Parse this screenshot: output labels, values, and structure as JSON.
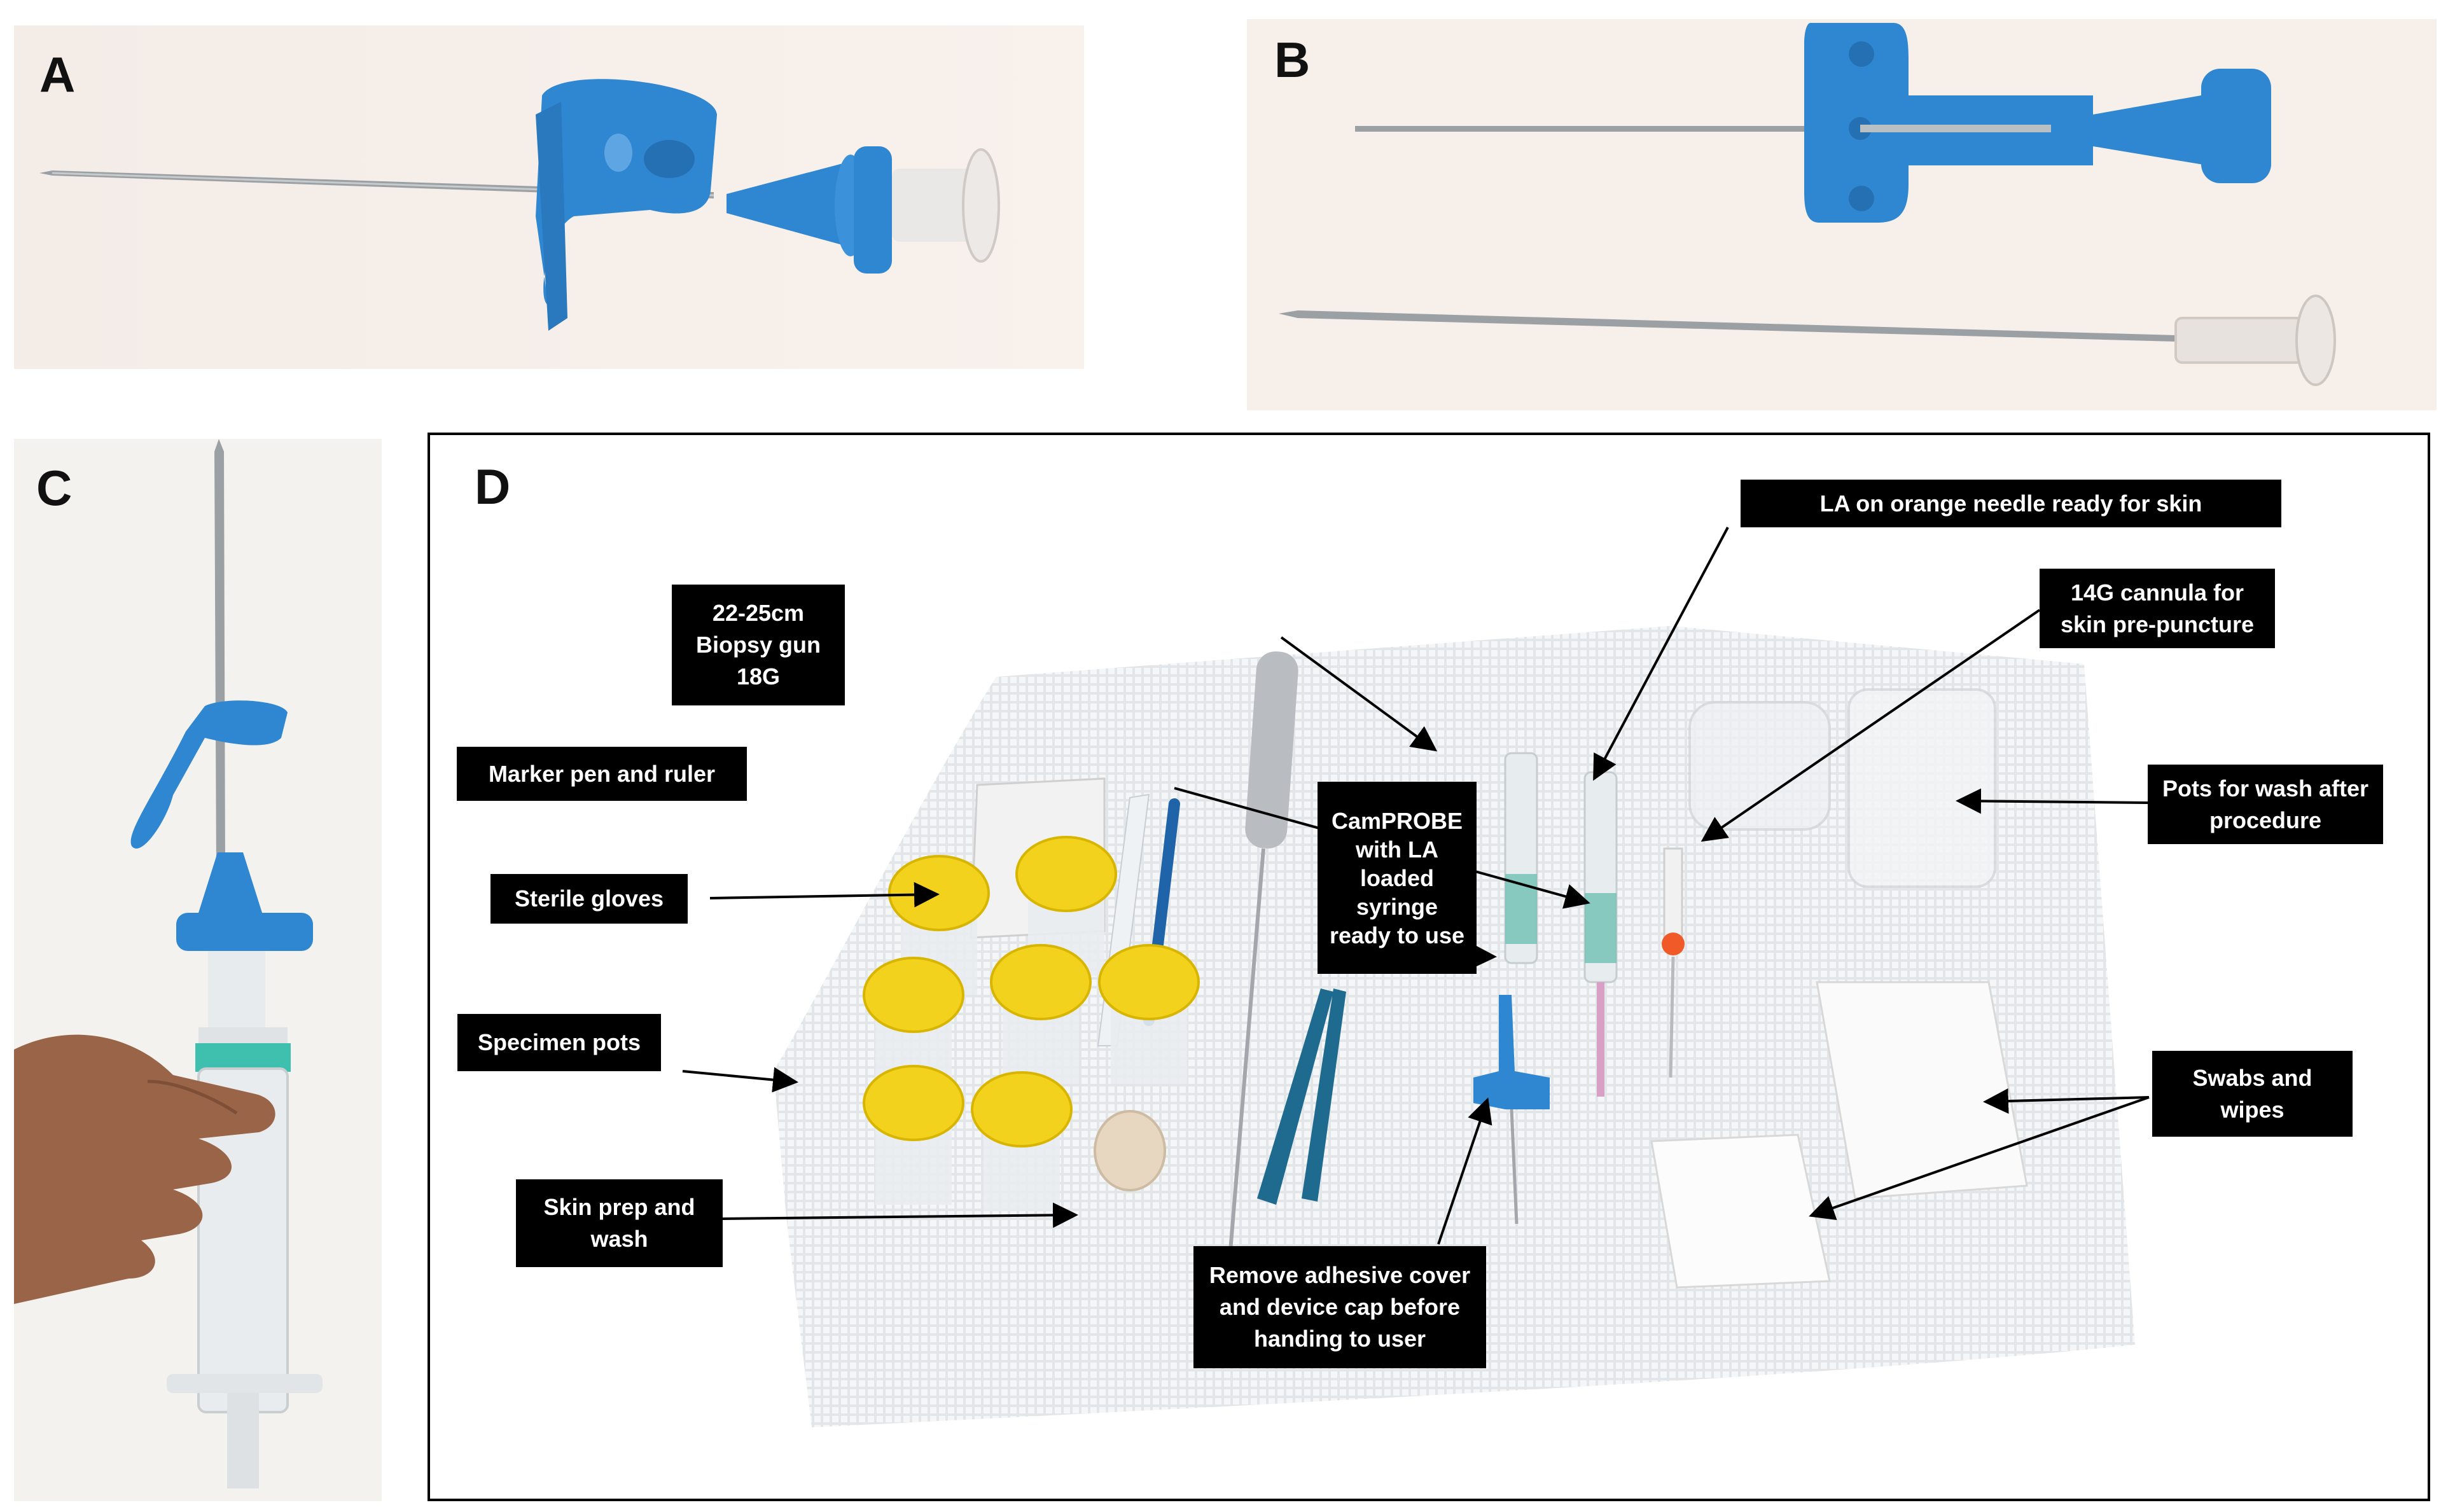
{
  "figure": {
    "panel_labels": {
      "a": "A",
      "b": "B",
      "c": "C",
      "d": "D"
    },
    "colors": {
      "device_blue": "#2f86d1",
      "needle_steel": "#9aa0a4",
      "drape": "#dfe2e4",
      "pot_lid": "#f2d21c",
      "caption_bg": "#000000",
      "caption_text": "#ffffff"
    },
    "panel_d_captions": {
      "la_orange": "LA on orange needle ready for skin",
      "biopsy_gun": "22-25cm\nBiopsy gun\n18G",
      "cannula": "14G cannula for\nskin pre-puncture",
      "marker": "Marker pen and ruler",
      "gloves": "Sterile gloves",
      "camprobe": "CamPROBE\nwith LA\nloaded\nsyringe\nready to use",
      "pots_wash": "Pots for wash after\nprocedure",
      "specimen": "Specimen pots",
      "swabs": "Swabs and\nwipes",
      "skin_prep": "Skin prep and\nwash",
      "remove_cover": "Remove adhesive cover\nand device cap  before\nhanding to user"
    }
  }
}
